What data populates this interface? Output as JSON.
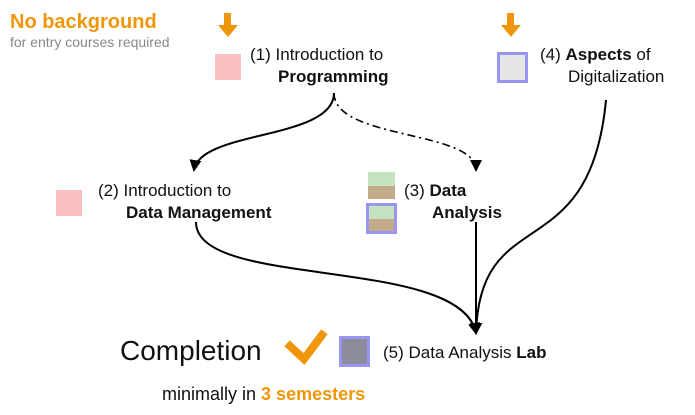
{
  "header": {
    "title": "No background",
    "subtitle": "for entry courses required"
  },
  "courses": {
    "c1": {
      "number": "(1)",
      "line1": "Introduction to",
      "line2": "Programming"
    },
    "c2": {
      "number": "(2)",
      "line1": "Introduction to",
      "line2": "Data Management"
    },
    "c3": {
      "number": "(3)",
      "word1": "Data",
      "word2": "Analysis"
    },
    "c4": {
      "number": "(4)",
      "bold": "Aspects",
      "line1_rest": "of",
      "line2": "Digitalization"
    },
    "c5": {
      "number": "(5)",
      "normal": "Data Analysis",
      "bold": "Lab"
    }
  },
  "footer": {
    "completion": "Completion",
    "min_prefix": "minimally in",
    "min_value": "3 semesters"
  },
  "colors": {
    "accent": "#f0960a",
    "subtitle": "#888888",
    "pink": "#f8c0c0",
    "lavender_border": "#9a95f0",
    "light_gray": "#e6e6e6",
    "dark_gray": "#8c8c9c",
    "green": "#c5e3c0",
    "brown": "#c4ab8a",
    "line": "#000000"
  },
  "icons": {
    "start_arrow": "down-arrow-icon",
    "completion": "checkmark-icon"
  }
}
